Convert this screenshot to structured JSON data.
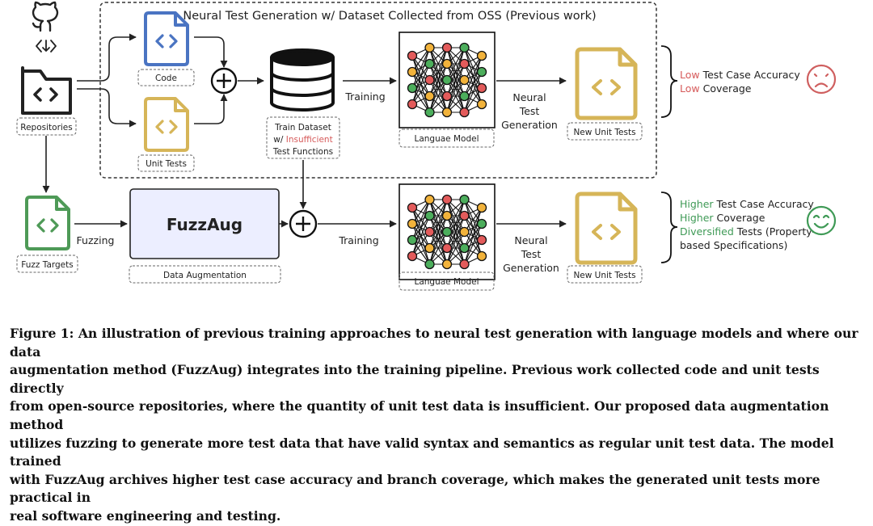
{
  "colors": {
    "code_blue": "#4a74c2",
    "unit_yellow": "#d6b558",
    "fuzz_green": "#4e9a57",
    "low_red": "#d65a5a",
    "high_green": "#3f9a56",
    "sad_face": "#cf5f5f",
    "happy_face": "#3f9a56",
    "fuzzaug_fill": "#eceeff"
  },
  "icons": {
    "github": "github-icon",
    "download": "download-icon",
    "folder": "folder-code-icon",
    "file": "code-file-icon",
    "database": "database-icon",
    "network": "neural-network-icon",
    "plus": "plus-circle-icon",
    "sad": "sad-face-icon",
    "happy": "happy-face-icon"
  },
  "top": {
    "title": "Neural Test Generation w/ Dataset Collected from OSS (Previous work)",
    "code_label": "Code",
    "unit_tests_label": "Unit Tests",
    "train_dataset": {
      "line1": "Train Dataset",
      "line2_prefix": "w/ ",
      "line2_highlight": "Insufficient",
      "line3": "Test Functions"
    },
    "training": "Training",
    "model_label": "Languae Model",
    "neural_lines": [
      "Neural",
      "Test",
      "Generation"
    ],
    "new_unit_tests": "New Unit Tests",
    "results": [
      {
        "highlight": "Low",
        "rest": " Test Case Accuracy"
      },
      {
        "highlight": "Low",
        "rest": " Coverage"
      }
    ]
  },
  "left": {
    "repositories": "Repositories",
    "fuzz_targets": "Fuzz Targets"
  },
  "bottom": {
    "fuzzing": "Fuzzing",
    "fuzzaug": "FuzzAug",
    "data_aug": "Data Augmentation",
    "training": "Training",
    "model_label": "Languae Model",
    "neural_lines": [
      "Neural",
      "Test",
      "Generation"
    ],
    "new_unit_tests": "New Unit Tests",
    "results": [
      {
        "highlight": "Higher",
        "rest": " Test Case Accuracy"
      },
      {
        "highlight": "Higher",
        "rest": " Coverage"
      },
      {
        "highlight": "Diversified",
        "rest": " Tests (Property-"
      },
      {
        "highlight": "",
        "rest": "based Specifications)"
      }
    ]
  },
  "caption": {
    "lines": [
      "Figure 1: An illustration of previous training approaches to neural test generation with language models and where our data",
      "augmentation method (FuzzAug) integrates into the training pipeline. Previous work collected code and unit tests directly",
      "from open-source repositories, where the quantity of unit test data is insufficient. Our proposed data augmentation method",
      "utilizes fuzzing to generate more test data that have valid syntax and semantics as regular unit test data. The model trained",
      "with FuzzAug archives higher test case accuracy and branch coverage, which makes the generated unit tests more practical in",
      "real software engineering and testing."
    ]
  }
}
